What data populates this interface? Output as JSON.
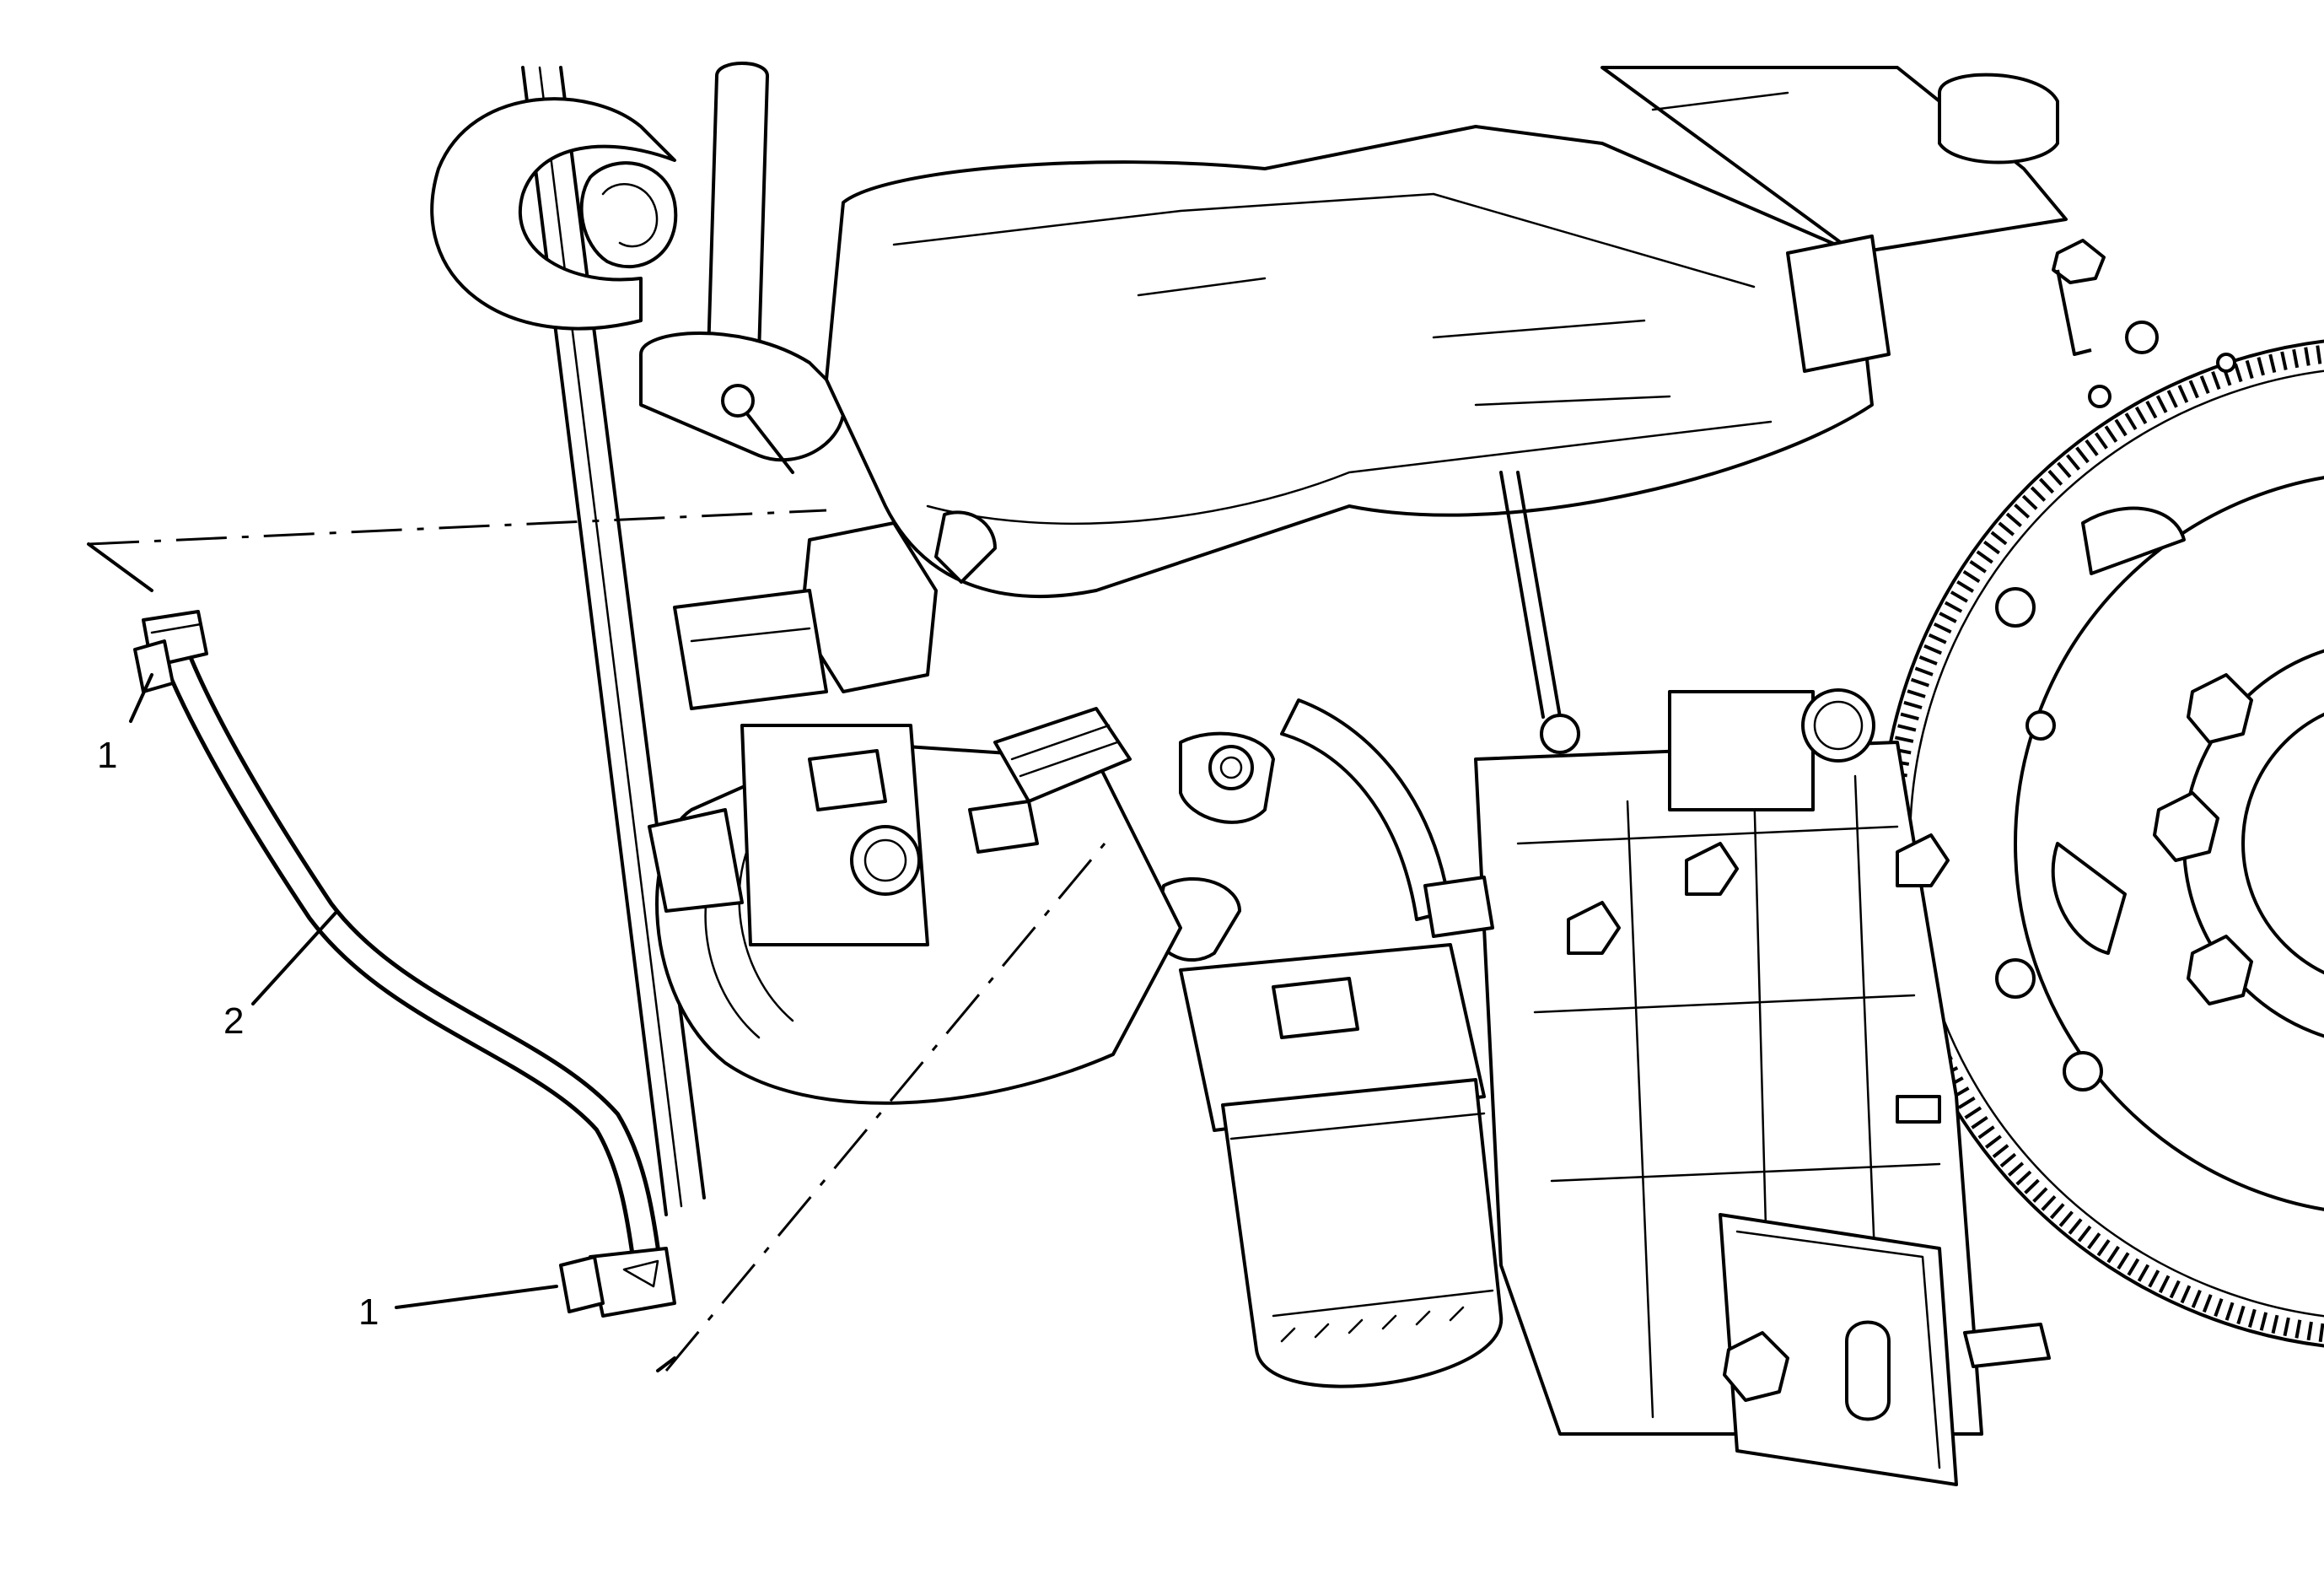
{
  "figure": {
    "callouts": [
      {
        "id": "clamp-top",
        "label": "1"
      },
      {
        "id": "hose",
        "label": "2"
      },
      {
        "id": "clamp-bottom",
        "label": "1"
      }
    ]
  }
}
